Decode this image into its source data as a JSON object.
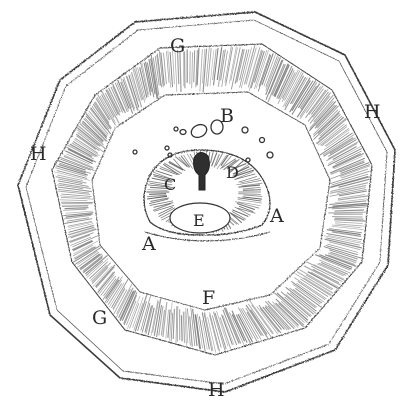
{
  "figure": {
    "labels": {
      "g_top": "G",
      "h_right": "H",
      "h_left": "H",
      "b": "B",
      "c": "C",
      "d": "D",
      "e": "E",
      "a_right": "A",
      "a_left": "A",
      "f": "F",
      "g_bottom": "G",
      "h_bottom": "H"
    },
    "colors": {
      "ink": "#2a2a2a",
      "shading": "#7a7a7a",
      "paper": "#ffffff"
    }
  }
}
